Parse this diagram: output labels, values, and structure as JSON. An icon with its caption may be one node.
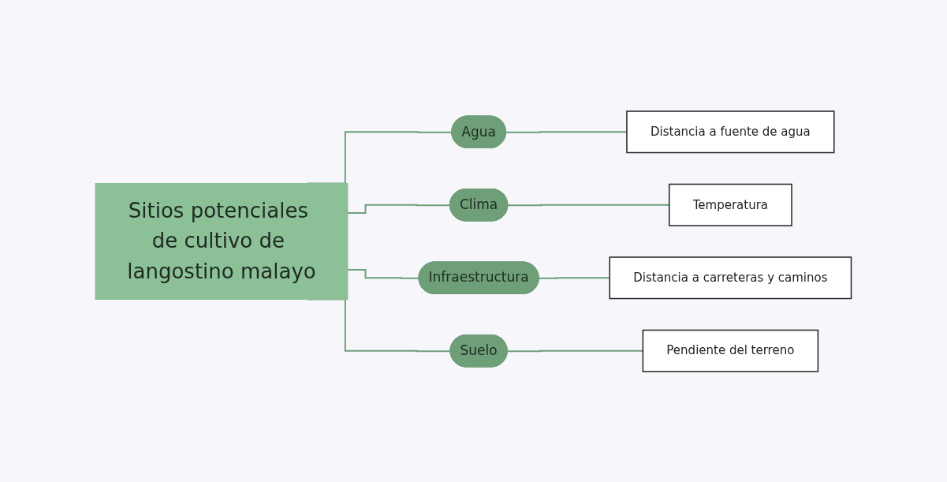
{
  "diagram": {
    "nodes": [
      {
        "text": [
          "Sitios potenciales de cultivo de langostino malayo"
        ]
      },
      {
        "text": [
          "Agua"
        ]
      },
      {
        "text": [
          "Clima"
        ]
      },
      {
        "text": [
          "Infraestructura"
        ]
      },
      {
        "text": [
          "Suelo"
        ]
      },
      {
        "text": [
          "Distancia a fuente de agua"
        ]
      },
      {
        "text": [
          "Temperatura"
        ]
      },
      {
        "text": [
          "Distancia a carreteras y caminos"
        ]
      },
      {
        "text": [
          "Pendiente del terreno"
        ]
      }
    ],
    "edges": [
      {
        "from": 0,
        "to": 1,
        "arrow": "none"
      },
      {
        "from": 0,
        "to": 2,
        "arrow": "none"
      },
      {
        "from": 0,
        "to": 3,
        "arrow": "none"
      },
      {
        "from": 0,
        "to": 4,
        "arrow": "none"
      },
      {
        "from": 1,
        "to": 5,
        "arrow": "none"
      },
      {
        "from": 2,
        "to": 6,
        "arrow": "none"
      },
      {
        "from": 3,
        "to": 7,
        "arrow": "none"
      },
      {
        "from": 4,
        "to": 8,
        "arrow": "none"
      }
    ]
  }
}
